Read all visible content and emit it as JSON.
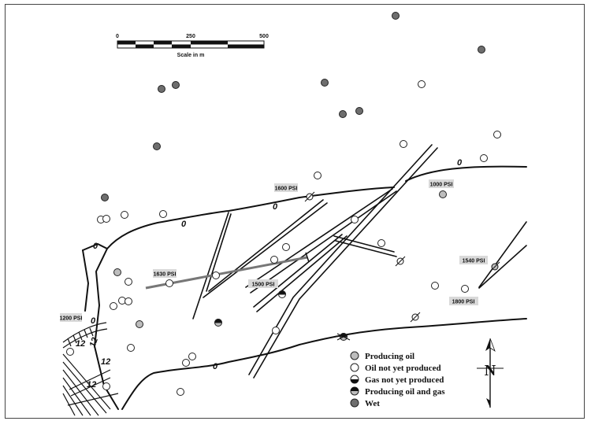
{
  "scale_bar": {
    "ticks": [
      "0",
      "250",
      "500"
    ],
    "label": "Scale in m"
  },
  "contour_labels": [
    "0",
    "0",
    "0",
    "0",
    "0",
    "0",
    "12",
    "12",
    "12",
    "12"
  ],
  "pressure_tags": [
    "1600 PSI",
    "1000 PSI",
    "1630 PSI",
    "1500 PSI",
    "1540 PSI",
    "1800 PSI",
    "1200 PSI"
  ],
  "legend": {
    "items": [
      {
        "label": "Producing oil",
        "symbol": "producing-oil",
        "color": "#bdbdbd"
      },
      {
        "label": "Oil not yet produced",
        "symbol": "oil-not-produced",
        "color": "#ffffff"
      },
      {
        "label": "Gas not yet produced",
        "symbol": "gas-not-produced",
        "color": "#ffffff"
      },
      {
        "label": "Producing oil and gas",
        "symbol": "producing-oil-gas",
        "color": "#bdbdbd"
      },
      {
        "label": "Wet",
        "symbol": "wet",
        "color": "#6e6e6e"
      }
    ]
  },
  "north_arrow": {
    "label": "N"
  },
  "colors": {
    "producing_oil": "#bdbdbd",
    "wet": "#6e6e6e",
    "fault_gray": "#777777",
    "line": "#111111"
  }
}
